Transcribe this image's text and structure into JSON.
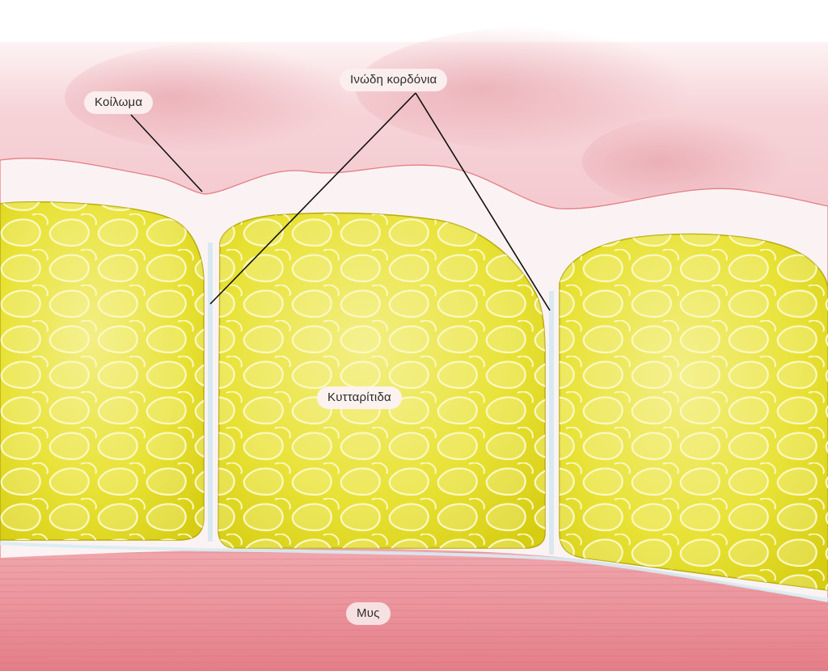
{
  "labels": {
    "depression": "Κοίλωμα",
    "fibrous_cords": "Ινώδη κορδόνια",
    "cellulite": "Κυτταρίτιδα",
    "muscle": "Μυς"
  },
  "colors": {
    "skin_pink": "#f5cdd0",
    "skin_deep": "#e8a4aa",
    "fat_yellow": "#e6e01f",
    "fat_light": "#f2ef7a",
    "fat_outline": "#c9b90e",
    "muscle_red": "#e9868f",
    "septa_white": "#f4f9fb",
    "leader_line": "#111111"
  }
}
